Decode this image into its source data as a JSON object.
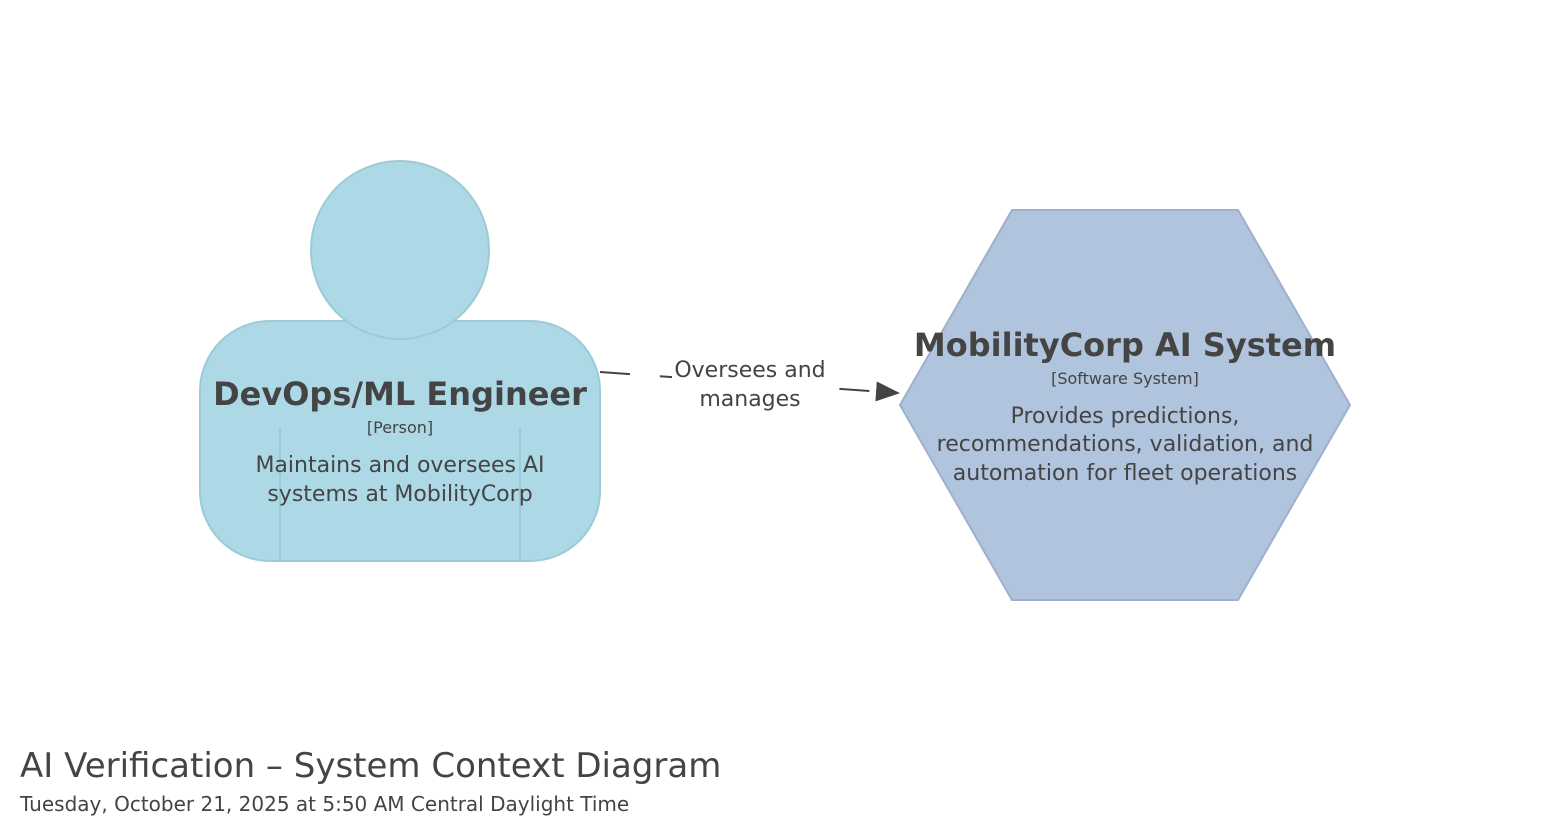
{
  "diagram": {
    "person": {
      "name": "DevOps/ML Engineer",
      "type": "[Person]",
      "description_lines": [
        "Maintains and oversees AI",
        "systems at MobilityCorp"
      ],
      "fill": "#add8e6",
      "stroke": "#9ccbd6"
    },
    "system": {
      "name": "MobilityCorp AI System",
      "type": "[Software System]",
      "description_lines": [
        "Provides predictions,",
        "recommendations, validation, and",
        "automation for fleet operations"
      ],
      "fill": "#b0c4de",
      "stroke": "#9eb0cc"
    },
    "relationship": {
      "label_lines": [
        "Oversees and",
        "manages"
      ],
      "line_color": "#444444"
    }
  },
  "footer": {
    "title": "AI Verification – System Context Diagram",
    "subtitle": "Tuesday, October 21, 2025 at 5:50 AM Central Daylight Time"
  }
}
